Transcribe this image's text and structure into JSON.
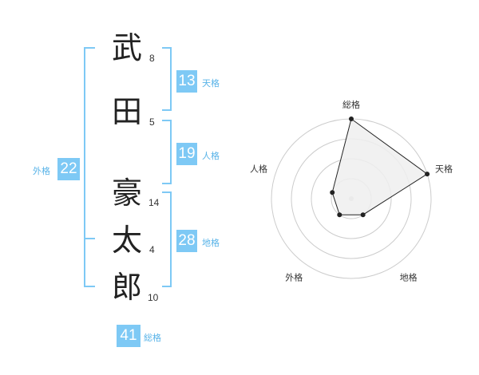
{
  "name": {
    "chars": [
      {
        "char": "武",
        "strokes": "8"
      },
      {
        "char": "田",
        "strokes": "5"
      },
      {
        "char": "豪",
        "strokes": "14"
      },
      {
        "char": "太",
        "strokes": "4"
      },
      {
        "char": "郎",
        "strokes": "10"
      }
    ]
  },
  "fortunes": {
    "tenkaku": {
      "value": "13",
      "label": "天格"
    },
    "jinkaku": {
      "value": "19",
      "label": "人格"
    },
    "chikaku": {
      "value": "28",
      "label": "地格"
    },
    "gaikaku": {
      "value": "22",
      "label": "外格"
    },
    "soukaku": {
      "value": "41",
      "label": "総格"
    }
  },
  "colors": {
    "accent": "#7ec9f5",
    "label": "#58b3e8",
    "radarFill": "#eeeeee",
    "grid": "#cccccc"
  },
  "chart_data": {
    "type": "radar",
    "axes": [
      "総格",
      "天格",
      "地格",
      "外格",
      "人格"
    ],
    "values": [
      4,
      4,
      1,
      1,
      1
    ],
    "rmax": 4,
    "rings": 4
  }
}
